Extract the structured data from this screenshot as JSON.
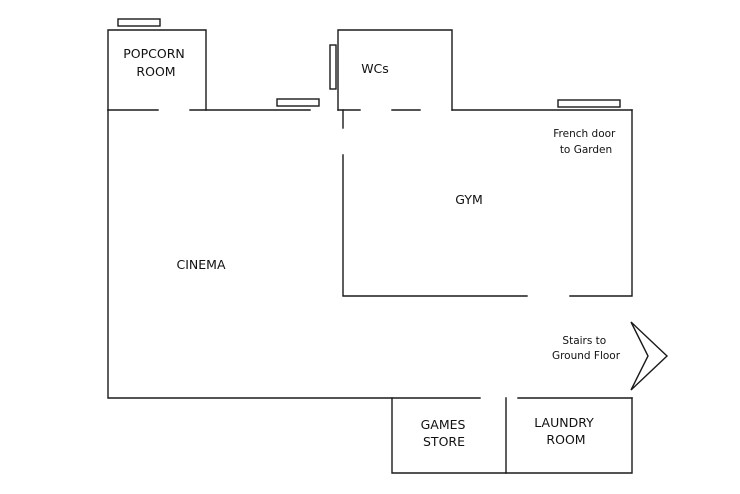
{
  "rooms": {
    "popcorn": [
      "POPCORN",
      "ROOM"
    ],
    "wcs": [
      "WCs"
    ],
    "cinema": [
      "CINEMA"
    ],
    "gym": [
      "GYM"
    ],
    "games": [
      "GAMES",
      "STORE"
    ],
    "laundry": [
      "LAUNDRY",
      "ROOM"
    ]
  },
  "notes": {
    "french_door": [
      "French door",
      "to Garden"
    ],
    "stairs": [
      "Stairs to",
      "Ground Floor"
    ]
  }
}
